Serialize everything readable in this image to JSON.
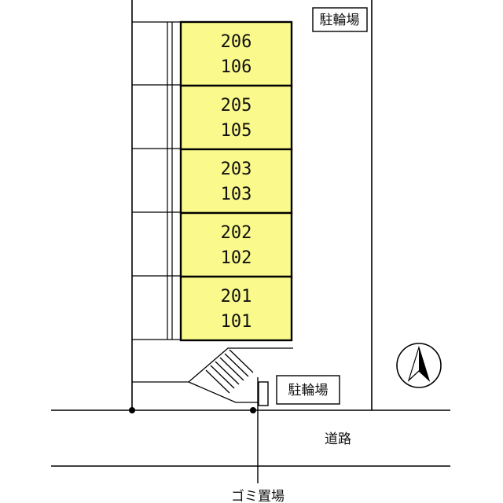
{
  "units": [
    {
      "upper": "206",
      "lower": "106"
    },
    {
      "upper": "205",
      "lower": "105"
    },
    {
      "upper": "203",
      "lower": "103"
    },
    {
      "upper": "202",
      "lower": "102"
    },
    {
      "upper": "201",
      "lower": "101"
    }
  ],
  "labels": {
    "bike_parking_top": "駐輪場",
    "bike_parking_bottom": "駐輪場",
    "road": "道路",
    "garbage": "ゴミ置場"
  },
  "compass": {
    "direction": "north"
  },
  "colors": {
    "unit_fill": "#fafa8c",
    "line": "#000000",
    "background": "#ffffff"
  }
}
